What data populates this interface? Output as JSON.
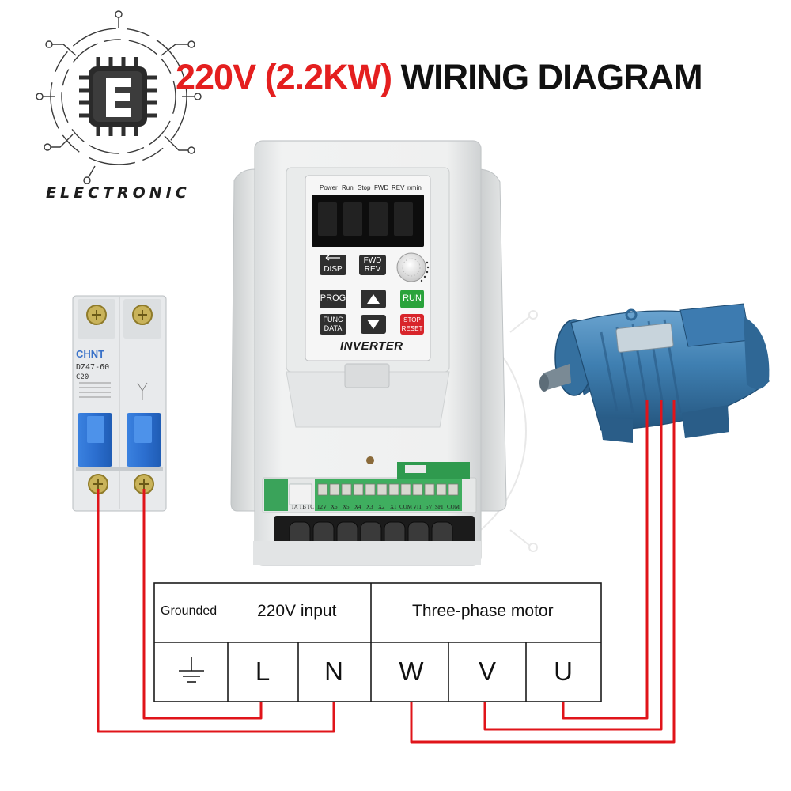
{
  "title": {
    "red_part": "220V (2.2KW)",
    "black_part": "WIRING DIAGRAM"
  },
  "logo": {
    "letter": "E",
    "word": "ELECTRONIC"
  },
  "inverter": {
    "indicators": [
      "Power",
      "Run",
      "Stop",
      "FWD",
      "REV",
      "r/min"
    ],
    "keys": {
      "disp": "DISP",
      "fwd": "FWD",
      "rev": "REV",
      "prog": "PROG",
      "run": "RUN",
      "func": "FUNC",
      "data": "DATA",
      "stop": "STOP",
      "reset": "RESET"
    },
    "label": "INVERTER",
    "terminals_left": [
      "TA",
      "TB",
      "TC"
    ],
    "terminals_right": [
      "12V",
      "X6",
      "X5",
      "X4",
      "X3",
      "X2",
      "X1",
      "COM",
      "VI1",
      "5V",
      "SPI",
      "COM"
    ]
  },
  "breaker": {
    "brand": "CHNT",
    "model": "DZ47-60",
    "rating": "C20"
  },
  "table": {
    "grounded": "Grounded",
    "input_header": "220V input",
    "motor_header": "Three-phase motor",
    "terminals": [
      "L",
      "N",
      "W",
      "V",
      "U"
    ]
  },
  "colors": {
    "title_red": "#e41f1f",
    "wire_red": "#e0141a",
    "motor_blue": "#3f7fb1",
    "breaker_blue": "#2c6fd0",
    "run_green": "#2aa33b",
    "stop_red": "#d8252b"
  },
  "icons": [
    "chip-logo-icon",
    "ground-symbol-icon",
    "up-arrow-icon",
    "down-arrow-icon",
    "potentiometer-knob-icon",
    "watermark-logo-icon"
  ]
}
